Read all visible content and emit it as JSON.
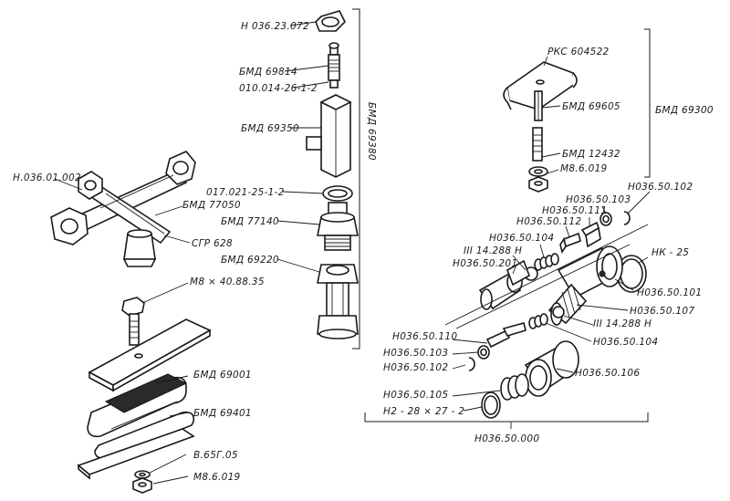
{
  "diagram": {
    "labels": {
      "n036_23_072": "Н 036.23.072",
      "bmd_69814": "БМД 69814",
      "p010_014": "010.014-26-1-2",
      "bmd_69350": "БМД 69350",
      "bmd_69380": "БМД 69380",
      "p017_021": "017.021-25-1-2",
      "bmd_77140": "БМД 77140",
      "bmd_69220": "БМД 69220",
      "n036_01_002": "Н.036.01.002",
      "bmd_77050": "БМД 77050",
      "sgr_628": "СГР 628",
      "m8_40": "М8 × 40.88.35",
      "bmd_69001": "БМД 69001",
      "bmd_69401": "БМД 69401",
      "v65g05": "В.65Г.05",
      "m8_6_019_bottom": "М8.6.019",
      "rks_604522": "РКС 604522",
      "bmd_69605": "БМД 69605",
      "bmd_69300": "БМД 69300",
      "bmd_12432": "БМД 12432",
      "m8_6_019_top": "М8.6.019",
      "n036_50_102_top": "Н036.50.102",
      "n036_50_103_top": "Н036.50.103",
      "n036_50_111": "Н036.50.111",
      "n036_50_112": "Н036.50.112",
      "n036_50_104_top": "Н036.50.104",
      "iii_14_288n_top": "III 14.288 Н",
      "n036_50_201": "Н036.50.201",
      "nk_25": "НК - 25",
      "n036_50_101": "Н036.50.101",
      "n036_50_107": "Н036.50.107",
      "iii_14_288n_bottom": "III 14.288 Н",
      "n036_50_110": "Н036.50.110",
      "n036_50_104_bottom": "Н036.50.104",
      "n036_50_103_bottom": "Н036.50.103",
      "n036_50_102_bottom": "Н036.50.102",
      "n036_50_106": "Н036.50.106",
      "n036_50_105": "Н036.50.105",
      "n2_28": "Н2 - 28 × 27 - 2",
      "n036_50_000": "Н036.50.000"
    }
  }
}
